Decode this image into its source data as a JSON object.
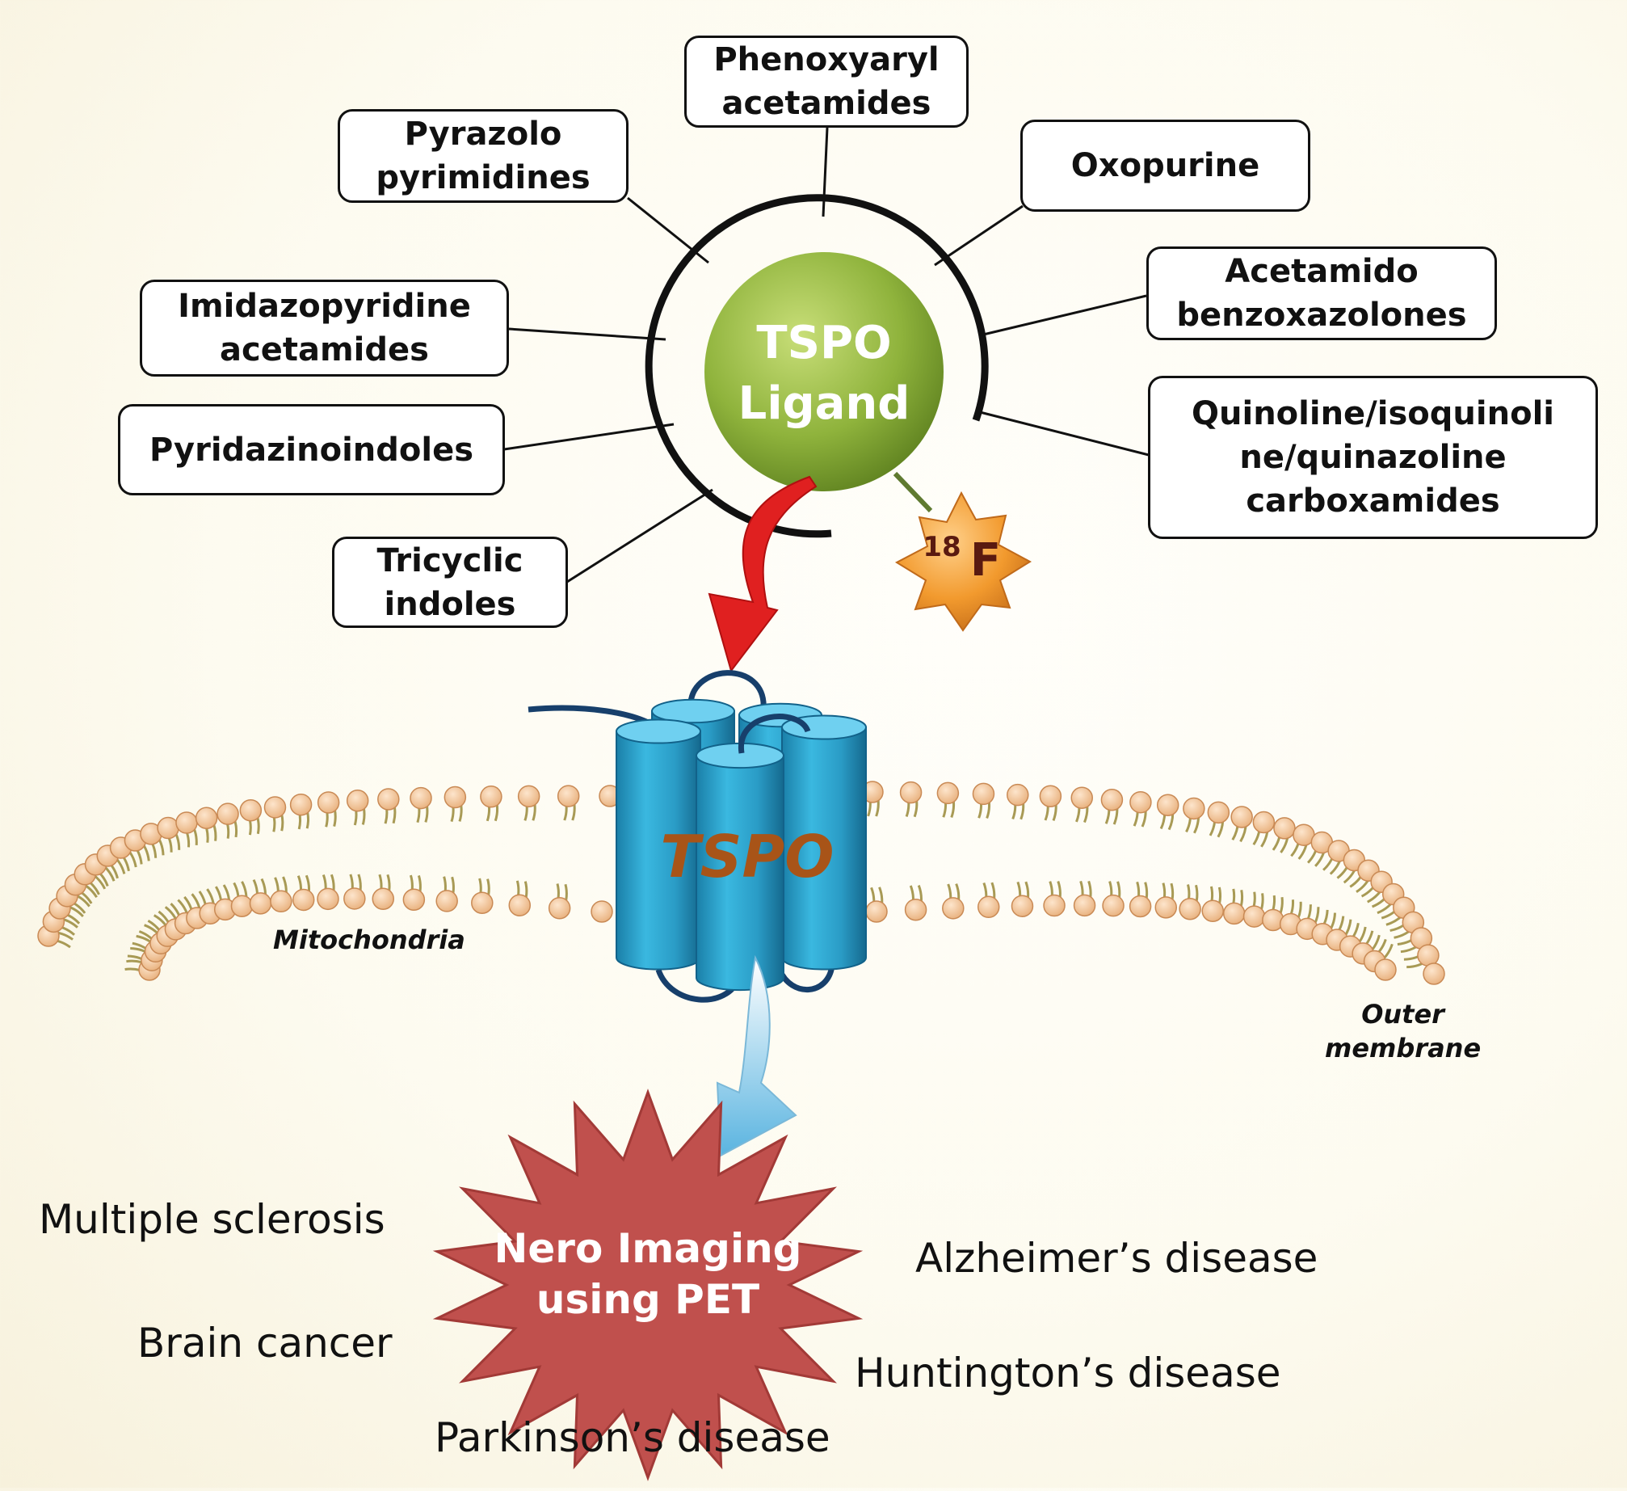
{
  "ligand_classes": [
    "Pyrazolo\npyrimidines",
    "Phenoxyaryl\nacetamides",
    "Oxopurine",
    "Imidazopyridine\nacetamides",
    "Acetamido\nbenzoxazolones",
    "Pyridazinoindoles",
    "Quinoline/isoquinoli\nne/quinazoline\ncarboxamides",
    "Tricyclic\nindoles"
  ],
  "center": {
    "line1": "TSPO",
    "line2": "Ligand"
  },
  "isotope": {
    "mass": "18",
    "symbol": "F"
  },
  "receptor_label": "TSPO",
  "membrane": {
    "left_label": "Mitochondria",
    "right_label": "Outer\nmembrane"
  },
  "imaging": {
    "line1": "Nero Imaging",
    "line2": "using PET"
  },
  "diseases": [
    "Multiple sclerosis",
    "Brain cancer",
    "Parkinson’s disease",
    "Alzheimer’s disease",
    "Huntington’s disease"
  ],
  "colors": {
    "ligand_green": "#8fb33c",
    "star_orange": "#f29a2e",
    "cylinder_blue": "#2e9fc9",
    "burst_red": "#c0504d",
    "arrow_red": "#e02020",
    "membrane_head": "#f7caa0",
    "tail": "#a89a55"
  }
}
